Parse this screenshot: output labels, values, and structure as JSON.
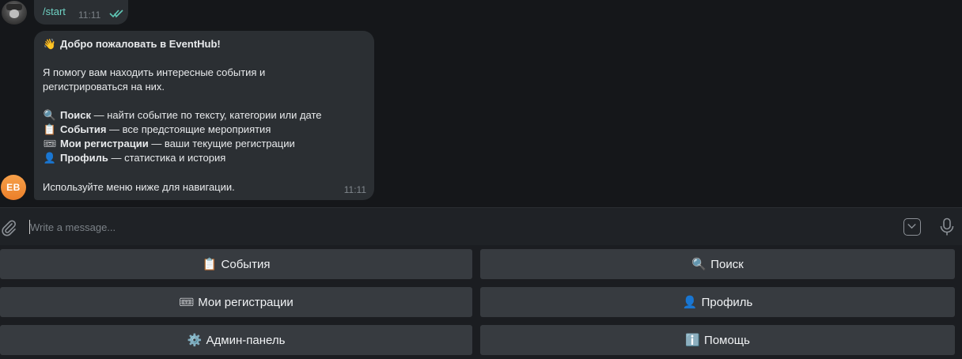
{
  "chat": {
    "outgoing": {
      "text": "/start",
      "time": "11:11"
    },
    "bot_avatar_initials": "EB",
    "incoming": {
      "time": "11:11",
      "greeting_icon": "👋",
      "greeting": "Добро пожаловать в EventHub!",
      "intro_line1": "Я помогу вам находить интересные события и",
      "intro_line2": "регистрироваться на них.",
      "features": [
        {
          "icon": "🔍",
          "title": "Поиск",
          "desc": " — найти событие по тексту, категории или дате"
        },
        {
          "icon": "📋",
          "title": "События",
          "desc": " — все предстоящие мероприятия"
        },
        {
          "icon": "🎟",
          "title": "Мои регистрации",
          "desc": " — ваши текущие регистрации"
        },
        {
          "icon": "👤",
          "title": "Профиль",
          "desc": " — статистика и история"
        }
      ],
      "footer": "Используйте меню ниже для навигации."
    }
  },
  "composer": {
    "placeholder": "Write a message..."
  },
  "keyboard": {
    "buttons": [
      {
        "icon": "📋",
        "label": "События"
      },
      {
        "icon": "🔍",
        "label": "Поиск"
      },
      {
        "icon": "🎟",
        "label": "Мои регистрации"
      },
      {
        "icon": "👤",
        "label": "Профиль"
      },
      {
        "icon": "⚙️",
        "label": "Админ-панель"
      },
      {
        "icon": "ℹ️",
        "label": "Помощь"
      }
    ]
  },
  "colors": {
    "accent_link": "#6fd2c4",
    "bubble": "#2b2f33",
    "bot_avatar": "#f0892f",
    "keyboard_button": "#373b40"
  },
  "icons": [
    "attach-icon",
    "keyboard-toggle-icon",
    "microphone-icon",
    "double-check-icon"
  ]
}
